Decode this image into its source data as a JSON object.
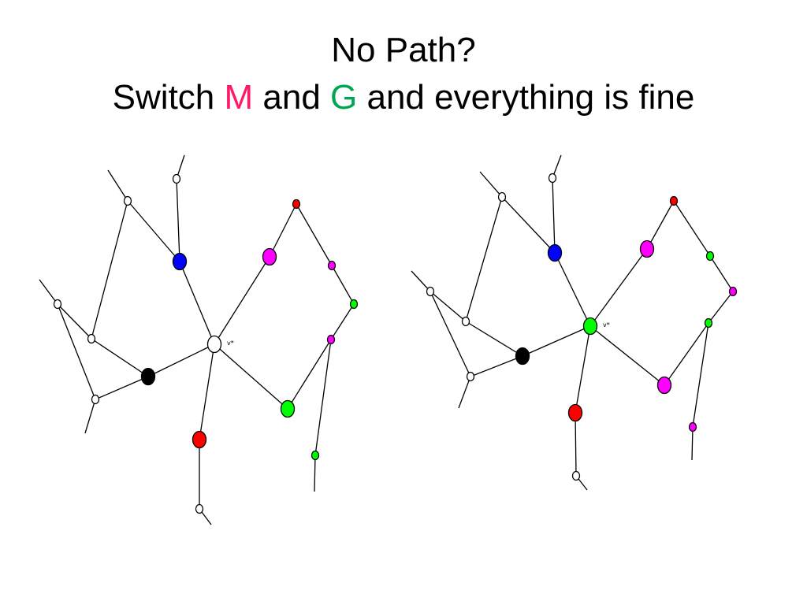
{
  "title": {
    "line1": "No Path?",
    "line2_prefix": "Switch ",
    "line2_m": "M",
    "line2_mid": " and ",
    "line2_g": "G",
    "line2_suffix": " and everything is fine"
  },
  "colors": {
    "m_highlight": "#ff1a66",
    "g_highlight": "#00a651",
    "white": "#ffffff",
    "black": "#000000",
    "blue": "#0000ff",
    "red": "#ff0000",
    "magenta": "#ff00ff",
    "green": "#00ff00"
  },
  "vertex_label": "v*",
  "graphs": [
    {
      "name": "before",
      "vertices": [
        {
          "id": "hub",
          "color": "white",
          "big": true,
          "label": true
        },
        {
          "id": "blue1",
          "color": "blue",
          "big": true
        },
        {
          "id": "black1",
          "color": "black",
          "big": true
        },
        {
          "id": "red1",
          "color": "red",
          "big": true
        },
        {
          "id": "green1",
          "color": "green",
          "big": true
        },
        {
          "id": "magenta1",
          "color": "magenta",
          "big": true
        },
        {
          "id": "w_top",
          "color": "white"
        },
        {
          "id": "w_upper",
          "color": "white"
        },
        {
          "id": "w_left",
          "color": "white"
        },
        {
          "id": "w_mid",
          "color": "white"
        },
        {
          "id": "w_low",
          "color": "white"
        },
        {
          "id": "w_bottom",
          "color": "white"
        },
        {
          "id": "r_top",
          "color": "red"
        },
        {
          "id": "m_r1",
          "color": "magenta"
        },
        {
          "id": "g_r",
          "color": "green"
        },
        {
          "id": "m_r2",
          "color": "magenta"
        },
        {
          "id": "g_bot",
          "color": "green"
        }
      ]
    },
    {
      "name": "after",
      "vertices": [
        {
          "id": "hub",
          "color": "green",
          "big": true,
          "label": true
        },
        {
          "id": "blue1",
          "color": "blue",
          "big": true
        },
        {
          "id": "black1",
          "color": "black",
          "big": true
        },
        {
          "id": "red1",
          "color": "red",
          "big": true
        },
        {
          "id": "magenta_low",
          "color": "magenta",
          "big": true
        },
        {
          "id": "magenta1",
          "color": "magenta",
          "big": true
        },
        {
          "id": "w_top",
          "color": "white"
        },
        {
          "id": "w_upper",
          "color": "white"
        },
        {
          "id": "w_left",
          "color": "white"
        },
        {
          "id": "w_mid",
          "color": "white"
        },
        {
          "id": "w_low",
          "color": "white"
        },
        {
          "id": "w_bottom",
          "color": "white"
        },
        {
          "id": "r_top",
          "color": "red"
        },
        {
          "id": "g_r1",
          "color": "green"
        },
        {
          "id": "m_r",
          "color": "magenta"
        },
        {
          "id": "g_r2",
          "color": "green"
        },
        {
          "id": "m_bot",
          "color": "magenta"
        }
      ]
    }
  ]
}
